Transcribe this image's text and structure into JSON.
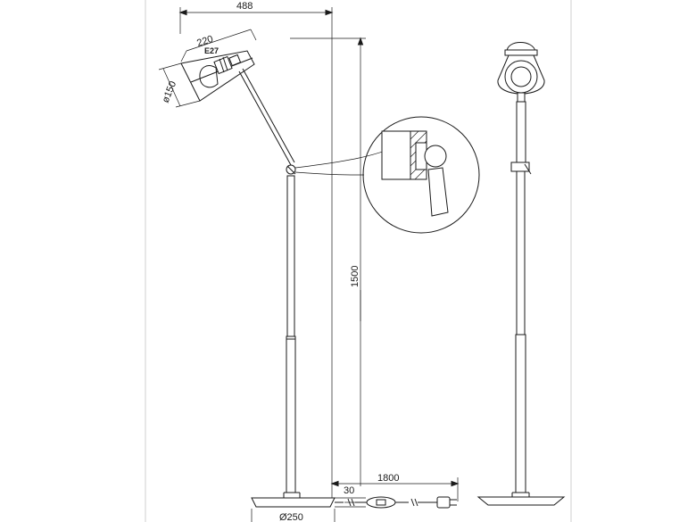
{
  "dimensions": {
    "overall_width": "488",
    "shade_length": "220",
    "socket": "E27",
    "shade_diameter": "ø150",
    "height": "1500",
    "cable_length": "1800",
    "base_thickness": "30",
    "base_diameter": "Ø250"
  },
  "views": {
    "side": "side-view",
    "front": "front-view",
    "detail": "hinge-detail"
  }
}
